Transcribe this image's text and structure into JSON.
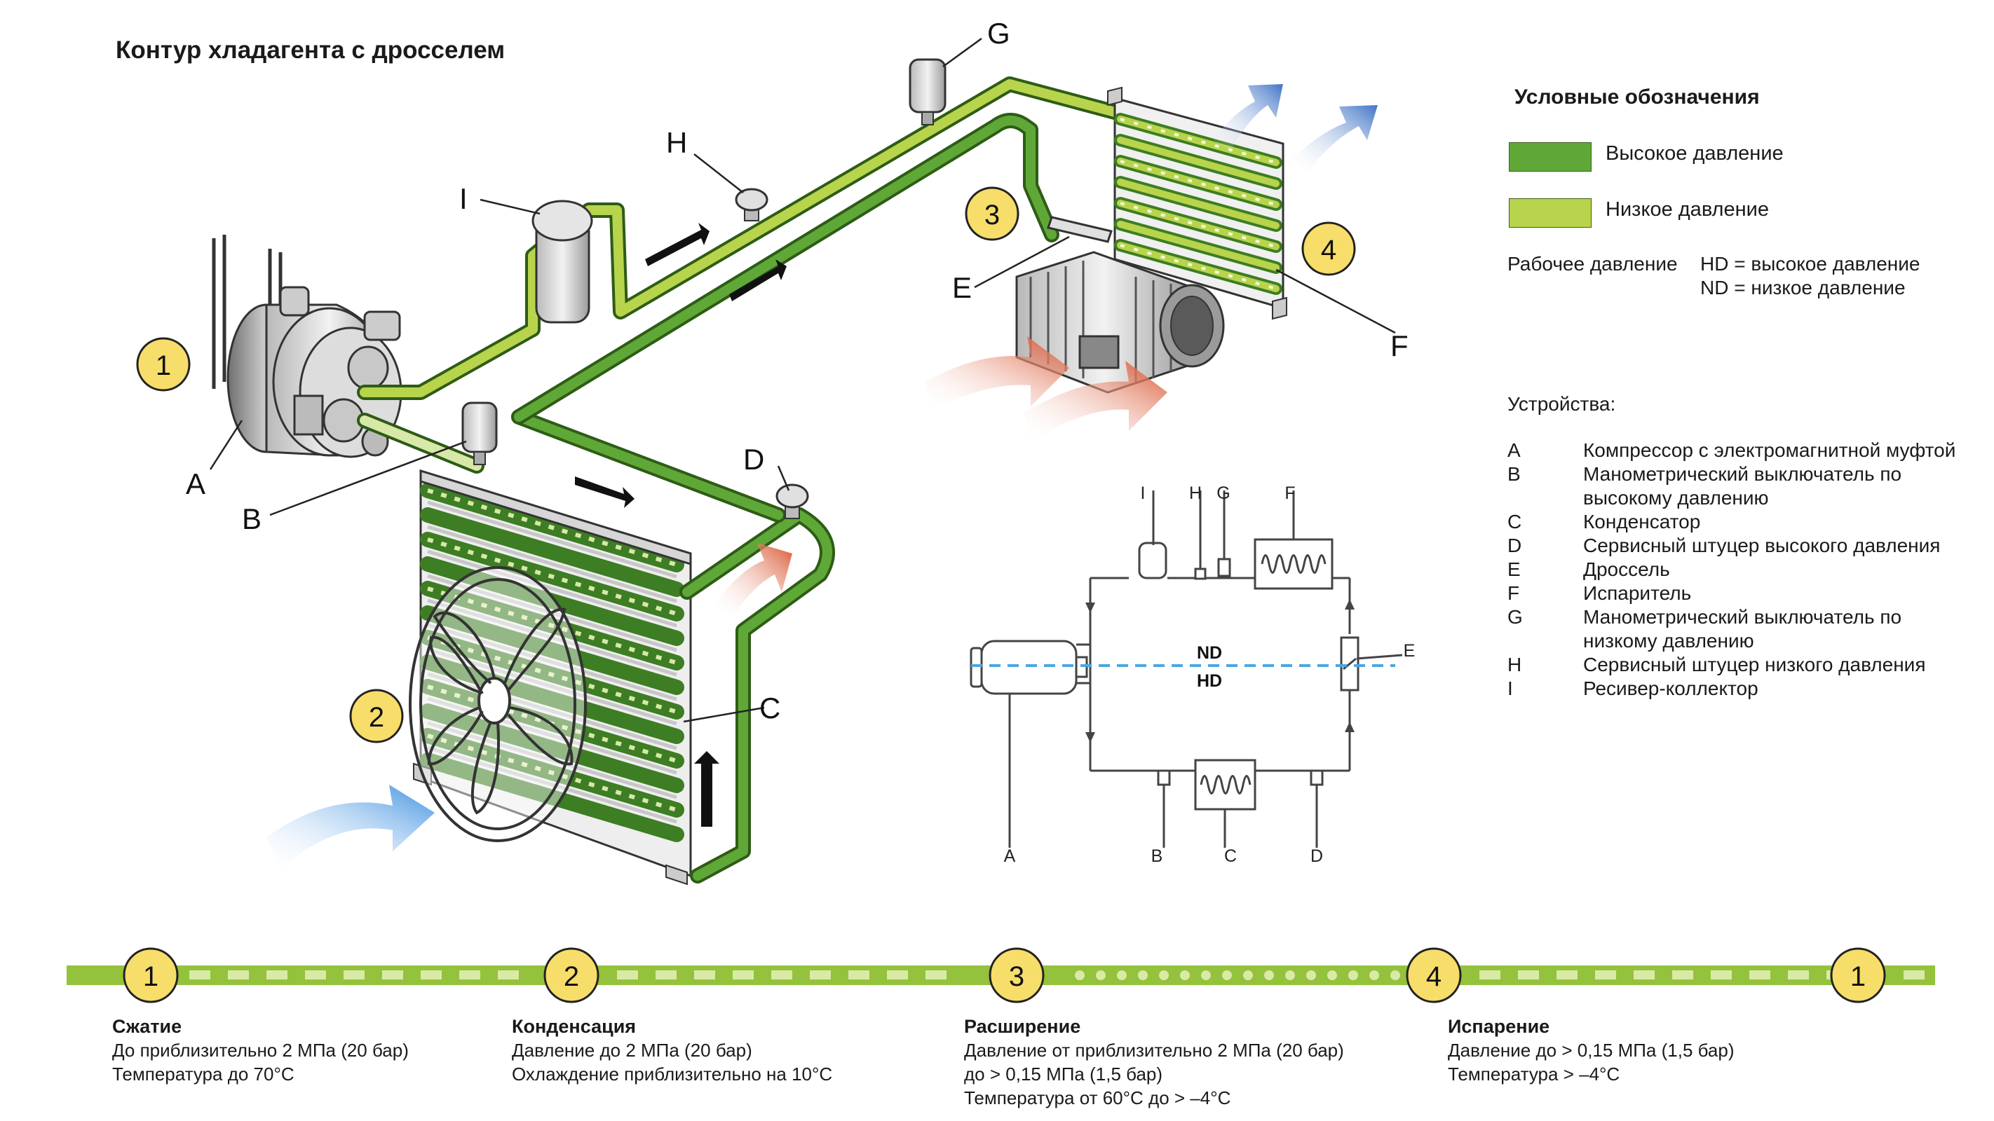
{
  "title": "Контур хладагента с дросселем",
  "legend": {
    "title": "Условные обозначения",
    "high_pressure": "Высокое давление",
    "low_pressure": "Низкое давление",
    "operating_pressure_label": "Рабочее давление",
    "hd_definition": "HD = высокое давление",
    "nd_definition": "ND = низкое давление",
    "colors": {
      "high": "#5fa838",
      "low": "#b8d44c"
    }
  },
  "devices": {
    "title": "Устройства:",
    "items": [
      {
        "key": "A",
        "lines": [
          "Компрессор с электромагнитной муфтой"
        ]
      },
      {
        "key": "B",
        "lines": [
          "Манометрический выключатель по",
          "высокому давлению"
        ]
      },
      {
        "key": "C",
        "lines": [
          "Конденсатор"
        ]
      },
      {
        "key": "D",
        "lines": [
          "Сервисный штуцер высокого давления"
        ]
      },
      {
        "key": "E",
        "lines": [
          "Дроссель"
        ]
      },
      {
        "key": "F",
        "lines": [
          "Испаритель"
        ]
      },
      {
        "key": "G",
        "lines": [
          "Манометрический выключатель по",
          "низкому давлению"
        ]
      },
      {
        "key": "H",
        "lines": [
          "Сервисный штуцер низкого давления"
        ]
      },
      {
        "key": "I",
        "lines": [
          "Ресивер-коллектор"
        ]
      }
    ]
  },
  "diagram_labels": {
    "A": "A",
    "B": "B",
    "C": "C",
    "D": "D",
    "E": "E",
    "F": "F",
    "G": "G",
    "H": "H",
    "I": "I",
    "n1": "1",
    "n2": "2",
    "n3": "3",
    "n4": "4"
  },
  "schematic": {
    "nd": "ND",
    "hd": "HD",
    "labels": [
      "I",
      "H",
      "G",
      "F",
      "E",
      "A",
      "B",
      "C",
      "D"
    ]
  },
  "timeline": {
    "markers": [
      "1",
      "2",
      "3",
      "4",
      "1"
    ],
    "stages": [
      {
        "title": "Сжатие",
        "lines": [
          "До приблизительно 2 МПа (20 бар)",
          "Температура до 70°C"
        ]
      },
      {
        "title": "Конденсация",
        "lines": [
          "Давление до 2 МПа (20 бар)",
          "Охлаждение приблизительно на 10°C"
        ]
      },
      {
        "title": "Расширение",
        "lines": [
          "Давление от приблизительно 2 МПа (20 бар)",
          "до > 0,15 МПа (1,5 бар)",
          "Температура от 60°C до > –4°C"
        ]
      },
      {
        "title": "Испарение",
        "lines": [
          "Давление до > 0,15 МПа (1,5 бар)",
          "Температура > –4°C"
        ]
      }
    ]
  }
}
